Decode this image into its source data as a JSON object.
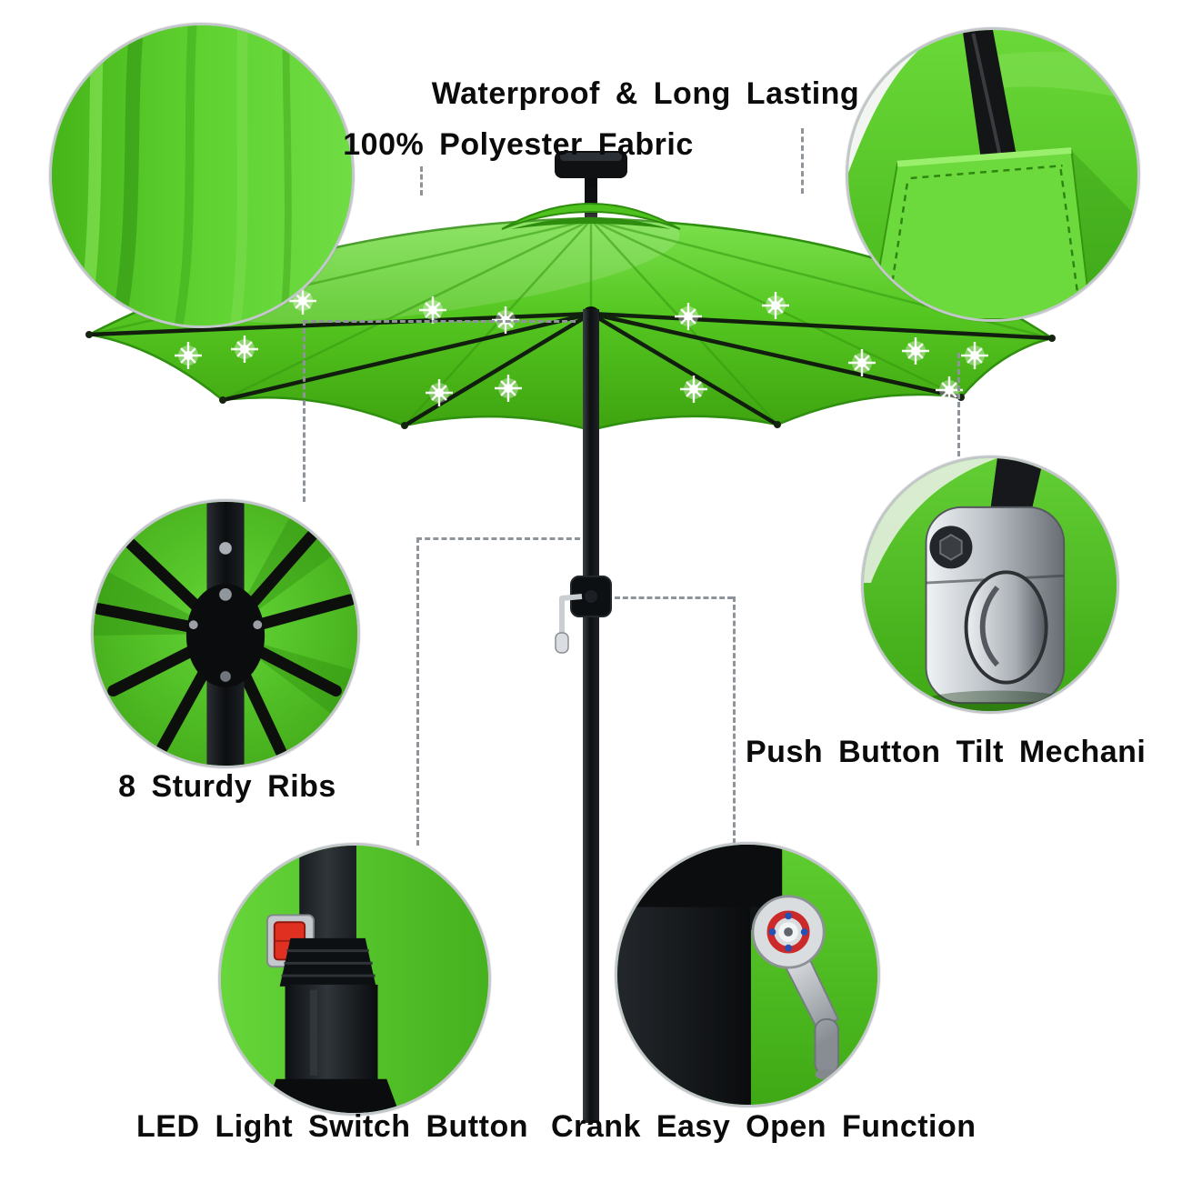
{
  "labels": {
    "waterproof": "Waterproof & Long Lasting",
    "polyester": "100% Polyester Fabric",
    "sturdy_ribs": "8 Sturdy Ribs",
    "tilt_mechanism": "Push Button Tilt Mechani",
    "led_switch": "LED Light Switch Button",
    "crank_function": "Crank Easy Open Function"
  },
  "colors": {
    "background": "#FFFFFF",
    "canopy_green": "#55C824",
    "canopy_dark_green": "#3EA30F",
    "pole_black": "#14171A",
    "led_light": "#FFFFFF",
    "connector_gray": "#8F949A",
    "text_black": "#0B0B0B",
    "switch_red": "#E03022",
    "metal_silver": "#C9CDD1"
  },
  "callouts": {
    "fabric_detail": "close-up of green polyester fabric folds",
    "rib_pocket_detail": "rib tip inside fabric pocket",
    "hub_detail": "hub with 8 sturdy ribs",
    "tilt_detail": "push button tilt joint",
    "led_switch_detail": "LED light switch button on pole",
    "crank_detail": "crank easy-open handle"
  }
}
